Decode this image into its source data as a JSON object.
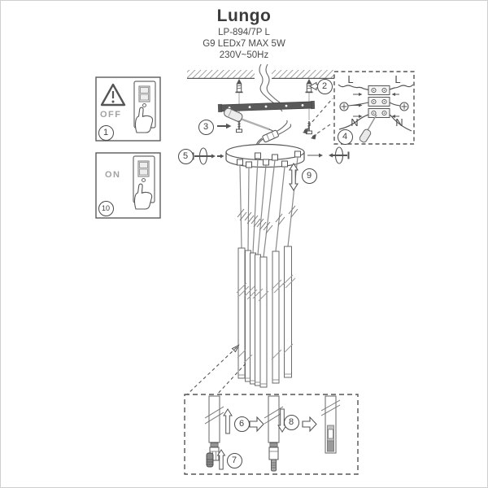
{
  "header": {
    "title": "Lungo",
    "model": "LP-894/7P L",
    "lamps": "G9 LEDx7 MAX 5W",
    "voltage": "230V~50Hz"
  },
  "power_panels": {
    "off": {
      "label": "OFF",
      "step": "1"
    },
    "on": {
      "label": "ON",
      "step": "10"
    }
  },
  "installation_steps": {
    "anchors": "2",
    "screws": "3",
    "wiring": "4",
    "canopy_screw": "5",
    "height_adjust": "9"
  },
  "wiring_box": {
    "live_left": "L",
    "live_right": "L",
    "neutral_left": "N",
    "neutral_right": "N"
  },
  "detail_box": {
    "socket_up": "6",
    "bulb_up": "7",
    "insert_down": "8"
  },
  "colors": {
    "line": "#4a4a4a",
    "muted_label": "#a2a2a2",
    "background": "#ffffff"
  }
}
